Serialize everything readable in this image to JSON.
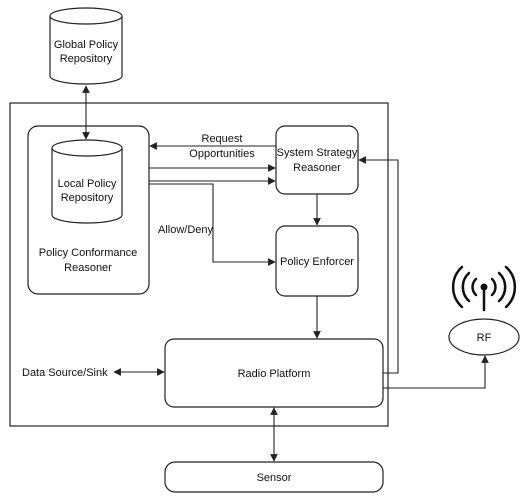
{
  "nodes": {
    "global_repo": {
      "line1": "Global Policy",
      "line2": "Repository"
    },
    "local_repo": {
      "line1": "Local Policy",
      "line2": "Repository"
    },
    "conformance": {
      "line1": "Policy Conformance",
      "line2": "Reasoner"
    },
    "strategy": {
      "line1": "System Strategy",
      "line2": "Reasoner"
    },
    "enforcer": {
      "label": "Policy Enforcer"
    },
    "radio": {
      "label": "Radio Platform"
    },
    "sensor": {
      "label": "Sensor"
    },
    "rf": {
      "label": "RF"
    },
    "data_source": {
      "label": "Data Source/Sink"
    }
  },
  "edges": {
    "request": {
      "line1": "Request",
      "line2": "Opportunities"
    },
    "allow_deny": {
      "label": "Allow/Deny"
    }
  }
}
